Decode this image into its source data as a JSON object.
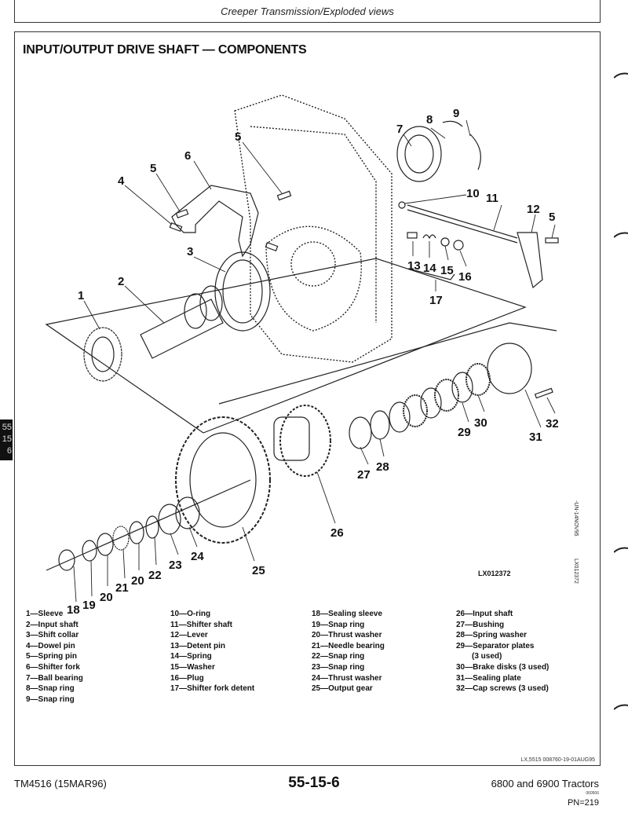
{
  "header": {
    "title": "Creeper Transmission/Exploded views"
  },
  "section": {
    "title": "INPUT/OUTPUT DRIVE SHAFT — COMPONENTS"
  },
  "figure": {
    "id": "LX012372",
    "vertical_codes": [
      "-UN-14NOV95",
      "LX012372"
    ],
    "callouts": [
      "1",
      "2",
      "3",
      "4",
      "5",
      "6",
      "7",
      "8",
      "9",
      "10",
      "11",
      "12",
      "13",
      "14",
      "15",
      "16",
      "17",
      "18",
      "19",
      "20",
      "21",
      "22",
      "23",
      "24",
      "25",
      "26",
      "27",
      "28",
      "29",
      "30",
      "31",
      "32"
    ]
  },
  "legend": {
    "col1": [
      "1—Sleeve",
      "2—Input shaft",
      "3—Shift collar",
      "4—Dowel pin",
      "5—Spring pin",
      "6—Shifter fork",
      "7—Ball bearing",
      "8—Snap ring",
      "9—Snap ring"
    ],
    "col2": [
      "10—O-ring",
      "11—Shifter shaft",
      "12—Lever",
      "13—Detent pin",
      "14—Spring",
      "15—Washer",
      "16—Plug",
      "17—Shifter fork detent"
    ],
    "col3": [
      "18—Sealing sleeve",
      "19—Snap ring",
      "20—Thrust washer",
      "21—Needle bearing",
      "22—Snap ring",
      "23—Snap ring",
      "24—Thrust washer",
      "25—Output gear"
    ],
    "col4": [
      "26—Input shaft",
      "27—Bushing",
      "28—Spring washer",
      "29—Separator plates",
      "(3 used)",
      "30—Brake disks (3 used)",
      "31—Sealing plate",
      "32—Cap screws (3 used)"
    ]
  },
  "reference_code": "LX,5515   008760-19-01AUG95",
  "footer": {
    "left": "TM4516 (15MAR96)",
    "center": "55-15-6",
    "right": "6800 and 6900 Tractors",
    "small_code": "060506",
    "page_number": "PN=219"
  },
  "side_tab": [
    "55",
    "15",
    "6"
  ]
}
